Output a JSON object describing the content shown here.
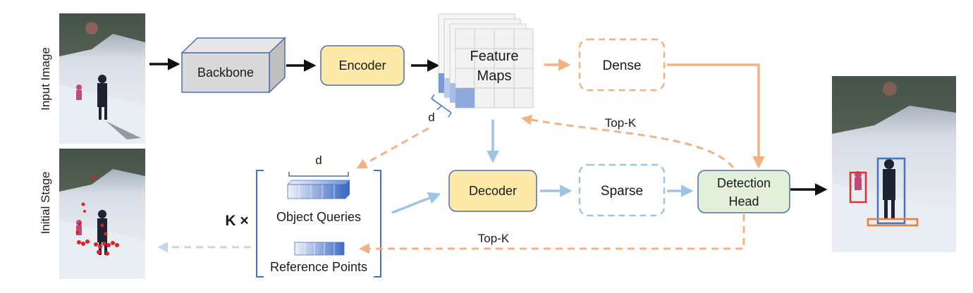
{
  "side_labels": {
    "input_image": "Input Image",
    "initial_stage": "Initial Stage"
  },
  "blocks": {
    "backbone": "Backbone",
    "encoder": "Encoder",
    "feature_maps_line1": "Feature",
    "feature_maps_line2": "Maps",
    "dense": "Dense",
    "decoder": "Decoder",
    "sparse": "Sparse",
    "detection_head_line1": "Detection",
    "detection_head_line2": "Head"
  },
  "annotations": {
    "d_feature": "d",
    "d_queries": "d",
    "topk_upper": "Top-K",
    "topk_lower": "Top-K",
    "k_times": "K ×",
    "object_queries": "Object Queries",
    "reference_points": "Reference Points"
  },
  "colors": {
    "encoder_fill": "#fde9a8",
    "decoder_fill": "#fde9a8",
    "detection_head_fill": "#e2efd9",
    "backbone_fill": "#d9d9d9",
    "dense_path": "#f4b183",
    "sparse_path": "#9dc3e6",
    "query_blue": "#4472c4",
    "bbox_red": "#e03030",
    "bbox_blue": "#4472c4",
    "bbox_orange": "#ed7d31"
  },
  "icons": {
    "input_photo": "ski-slope-photo",
    "initial_stage_photo": "ski-slope-photo-with-points",
    "output_photo": "ski-slope-photo-with-boxes"
  }
}
